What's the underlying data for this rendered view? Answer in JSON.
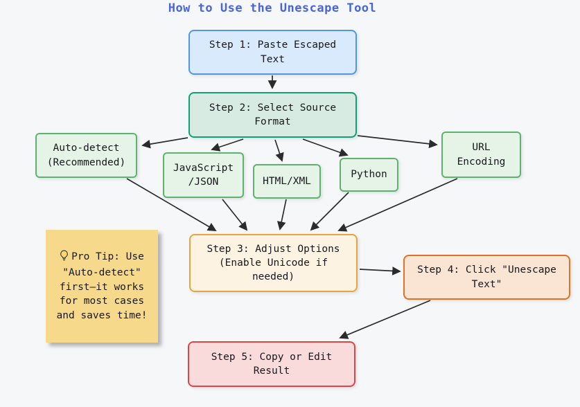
{
  "title": "How to Use the Unescape Tool",
  "nodes": {
    "step1": {
      "label": "Step 1: Paste Escaped\nText"
    },
    "step2": {
      "label": "Step 2: Select Source\nFormat"
    },
    "autodetect": {
      "label": "Auto-detect\n(Recommended)"
    },
    "jsjson": {
      "label": "JavaScript\n/JSON"
    },
    "htmlxml": {
      "label": "HTML/XML"
    },
    "python": {
      "label": "Python"
    },
    "urlencoding": {
      "label": "URL\nEncoding"
    },
    "step3": {
      "label": "Step 3: Adjust Options\n(Enable Unicode if\nneeded)"
    },
    "step4": {
      "label": "Step 4: Click \"Unescape\nText\""
    },
    "step5": {
      "label": "Step 5: Copy or Edit\nResult"
    }
  },
  "note": {
    "icon": "lightbulb-icon",
    "text": "Pro Tip: Use\n\"Auto-detect\"\nfirst—it works\nfor most cases\nand saves time!"
  },
  "colors": {
    "background": "#f6f7f9",
    "title": "#4a64dc",
    "step1_fill": "#d8eafc",
    "step1_border": "#4f97e0",
    "step2_fill": "#d7ebe2",
    "step2_border": "#0fa175",
    "format_fill": "#e6f4e7",
    "format_border": "#5cb36e",
    "step3_fill": "#fcf3e3",
    "step3_border": "#e9a43b",
    "step4_fill": "#fae4d3",
    "step4_border": "#de7226",
    "step5_fill": "#f9dbdc",
    "step5_border": "#dc4545",
    "note_fill": "#f6d98a",
    "arrow": "#2b2b2b"
  }
}
